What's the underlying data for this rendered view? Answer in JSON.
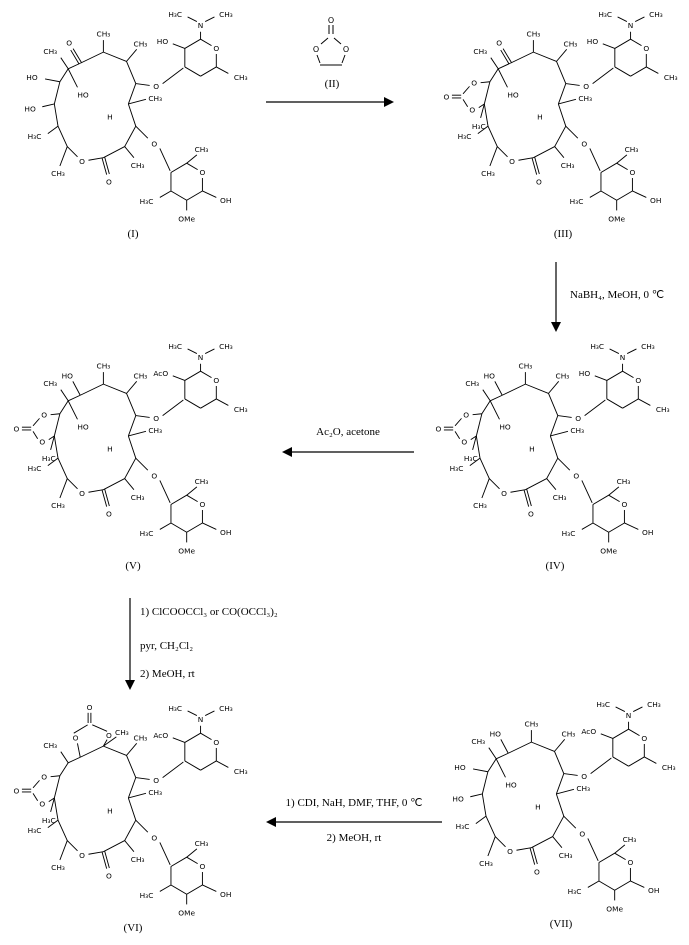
{
  "scheme": {
    "background": "#ffffff"
  },
  "atom_labels": {
    "ch3": "CH₃",
    "h3c": "H₃C",
    "ho": "HO",
    "oh": "OH",
    "o": "O",
    "n": "N",
    "ome": "OMe",
    "aco": "AcO",
    "h": "H"
  },
  "compounds": [
    {
      "id": "I",
      "caption": "(I)",
      "c9": "ketone",
      "left": "diol",
      "sugar_a_sub": "HO",
      "top_ring": false,
      "center_ho": true
    },
    {
      "id": "III",
      "caption": "(III)",
      "c9": "ketone",
      "left": "carbonate",
      "sugar_a_sub": "HO",
      "top_ring": false,
      "center_ho": true
    },
    {
      "id": "IV",
      "caption": "(IV)",
      "c9": "ho",
      "left": "carbonate",
      "sugar_a_sub": "HO",
      "top_ring": false,
      "center_ho": true
    },
    {
      "id": "V",
      "caption": "(V)",
      "c9": "ho",
      "left": "carbonate",
      "sugar_a_sub": "AcO",
      "top_ring": false,
      "center_ho": true
    },
    {
      "id": "VI",
      "caption": "(VI)",
      "c9": "none",
      "left": "carbonate",
      "sugar_a_sub": "AcO",
      "top_ring": true,
      "center_ho": false
    },
    {
      "id": "VII",
      "caption": "(VII)",
      "c9": "ho",
      "left": "diol",
      "sugar_a_sub": "AcO",
      "top_ring": false,
      "center_ho": true
    }
  ],
  "reagent": {
    "caption": "(II)"
  },
  "steps": [
    {
      "id": "step-1",
      "text_lines": []
    },
    {
      "id": "step-2",
      "text_lines": [
        "NaBH₄, MeOH, 0 ℃"
      ]
    },
    {
      "id": "step-3",
      "text_lines": [
        "Ac₂O, acetone"
      ]
    },
    {
      "id": "step-4",
      "text_lines": [
        "1) ClCOOCCl₃ or  CO(OCCl₃)₂",
        "pyr, CH₂Cl₂",
        "2) MeOH, rt"
      ]
    },
    {
      "id": "step-5",
      "text_lines": [
        "1) CDI, NaH, DMF, THF, 0 ℃",
        "2) MeOH, rt"
      ]
    }
  ]
}
